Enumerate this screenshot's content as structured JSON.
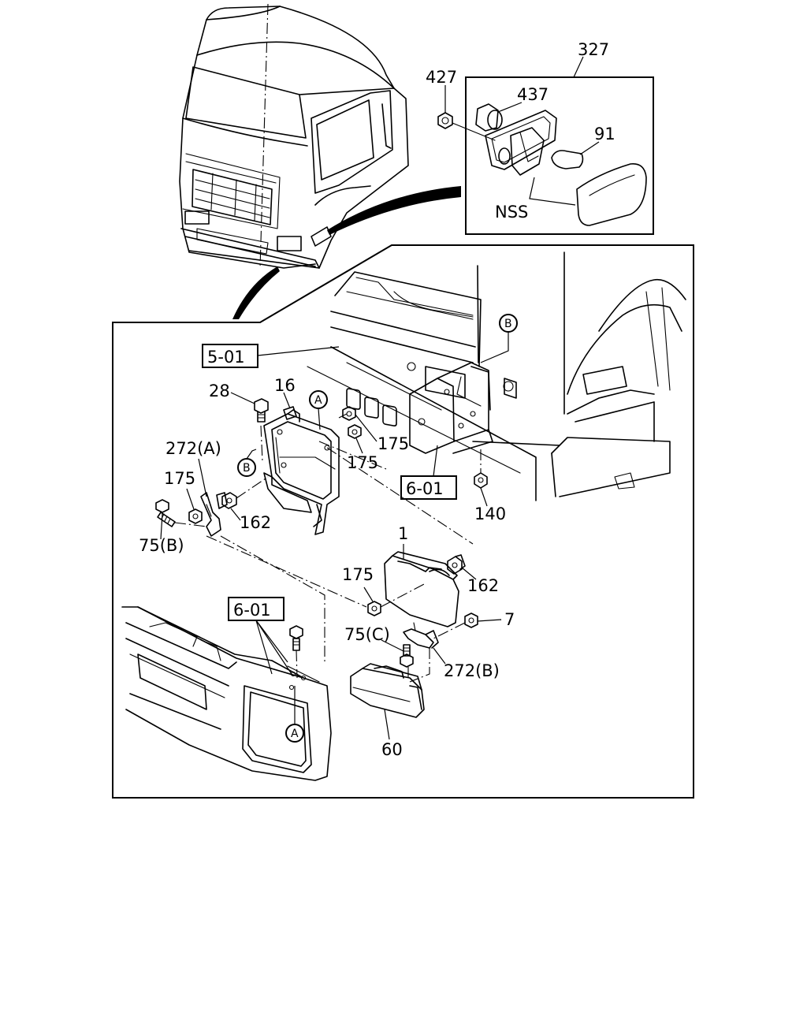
{
  "inset_labels": {
    "l327": "327",
    "l427": "427",
    "l437": "437",
    "l91": "91",
    "lnss": "NSS"
  },
  "main_labels": {
    "l501": "5-01",
    "l601a": "6-01",
    "l601b": "6-01",
    "l28": "28",
    "l16": "16",
    "l175a": "175",
    "l175b": "175",
    "l175c": "175",
    "l175d": "175",
    "l272a": "272(A)",
    "l272b": "272(B)",
    "l162a": "162",
    "l162b": "162",
    "l75b": "75(B)",
    "l75c": "75(C)",
    "l140": "140",
    "l1": "1",
    "l7": "7",
    "l60": "60"
  },
  "circle_refs": {
    "a1": "A",
    "a2": "A",
    "b1": "B",
    "b2": "B"
  }
}
